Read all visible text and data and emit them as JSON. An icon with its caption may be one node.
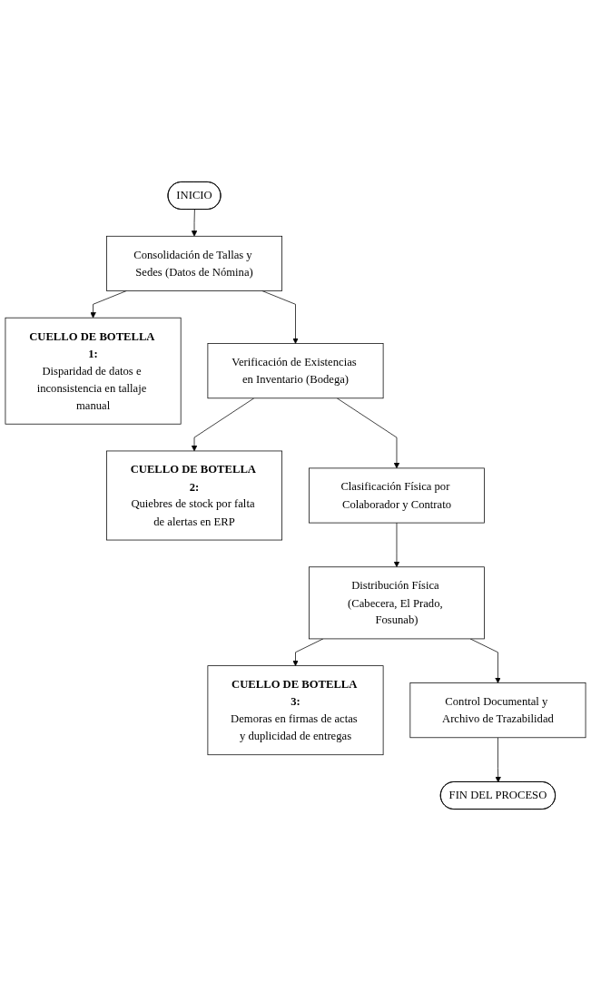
{
  "diagram": {
    "nodes": [
      {
        "text": [
          "INICIO"
        ]
      },
      {
        "text": [
          "Consolidación de Tallas y Sedes (Datos de Nómina)"
        ]
      },
      {
        "text": [
          "CUELLO DE BOTELLA 1:",
          "Disparidad de datos e inconsistencia en tallaje manual"
        ]
      },
      {
        "text": [
          "Verificación de Existencias en Inventario (Bodega)"
        ]
      },
      {
        "text": [
          "CUELLO DE BOTELLA 2:",
          "Quiebres de stock por falta de alertas en ERP"
        ]
      },
      {
        "text": [
          "Clasificación Física por Colaborador y Contrato"
        ]
      },
      {
        "text": [
          "Distribución Física (Cabecera, El Prado, Fosunab)"
        ]
      },
      {
        "text": [
          "CUELLO DE BOTELLA 3:",
          "Demoras en firmas de actas y duplicidad de entregas"
        ]
      },
      {
        "text": [
          "Control Documental y Archivo de Trazabilidad"
        ]
      },
      {
        "text": [
          "FIN DEL PROCESO"
        ]
      }
    ],
    "edges": [
      {
        "from": 0,
        "to": 1,
        "arrow": "to"
      },
      {
        "from": 1,
        "to": 2,
        "arrow": "to"
      },
      {
        "from": 1,
        "to": 3,
        "arrow": "to"
      },
      {
        "from": 3,
        "to": 4,
        "arrow": "to"
      },
      {
        "from": 3,
        "to": 5,
        "arrow": "to"
      },
      {
        "from": 5,
        "to": 6,
        "arrow": "to"
      },
      {
        "from": 6,
        "to": 7,
        "arrow": "to"
      },
      {
        "from": 6,
        "to": 8,
        "arrow": "to"
      },
      {
        "from": 8,
        "to": 9,
        "arrow": "to"
      }
    ]
  }
}
